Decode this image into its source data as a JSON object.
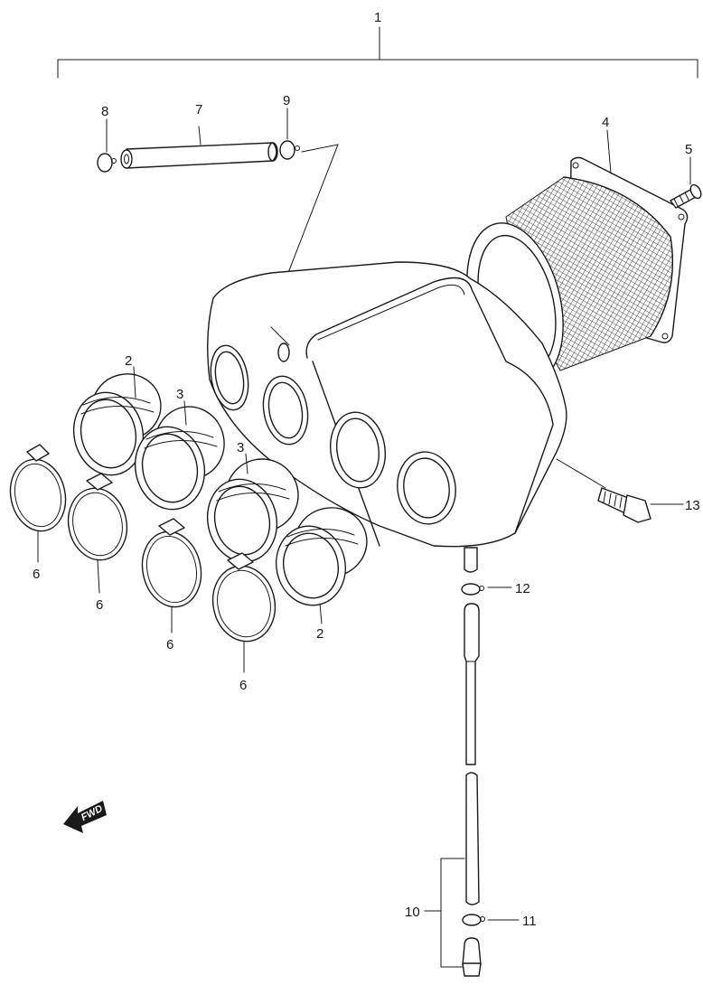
{
  "callouts": {
    "c1": "1",
    "c2a": "2",
    "c2b": "2",
    "c3a": "3",
    "c3b": "3",
    "c4": "4",
    "c5": "5",
    "c6a": "6",
    "c6b": "6",
    "c6c": "6",
    "c6d": "6",
    "c7": "7",
    "c8": "8",
    "c9": "9",
    "c10": "10",
    "c11": "11",
    "c12": "12",
    "c13": "13"
  },
  "fwd_label": "FWD",
  "icons": {
    "fwd": "fwd-arrow-icon"
  }
}
